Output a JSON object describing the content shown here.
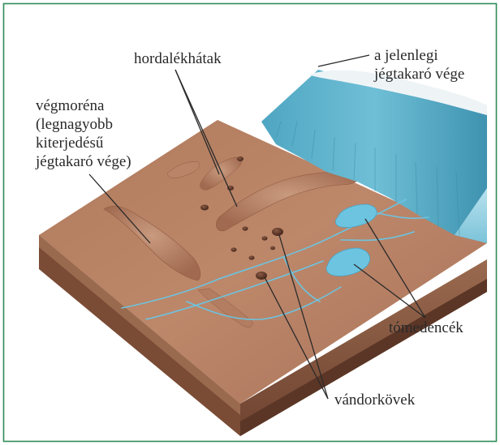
{
  "colors": {
    "border": "#2e8b57",
    "soil_top": "#b88062",
    "soil_side_light": "#9a6a4f",
    "soil_side_dark": "#5b3626",
    "ice": "#5fb4cf",
    "ice_light": "#a9dcea",
    "water": "#6cc4e0"
  },
  "labels": {
    "hordalekhatak": "hordalékhátak",
    "jelenlegi_line1": "a jelenlegi",
    "jelenlegi_line2": "jégtakaró vége",
    "vegmorena_line1": "végmoréna",
    "vegmorena_line2": "(legnagyobb",
    "vegmorena_line3": "kiterjedésű",
    "vegmorena_line4": "jégtakaró vége)",
    "tomedencek": "tómedencék",
    "vandorkovek": "vándorkövek"
  }
}
